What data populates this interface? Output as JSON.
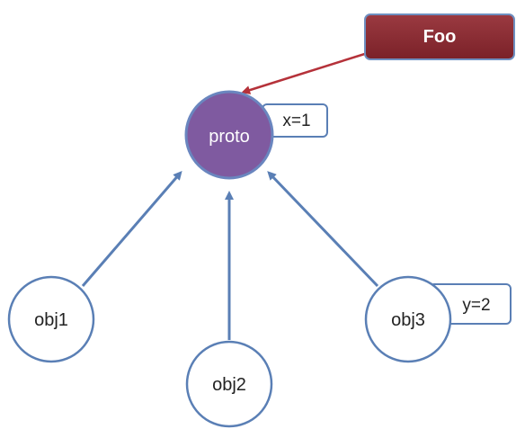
{
  "diagram": {
    "constructor_label": "Foo",
    "prototype_label": "proto",
    "prototype_property": "x=1",
    "objects": [
      {
        "label": "obj1"
      },
      {
        "label": "obj2"
      },
      {
        "label": "obj3",
        "property": "y=2"
      }
    ]
  },
  "colors": {
    "constructor_fill": "#8a2d33",
    "prototype_fill": "#7f5aa0",
    "arrow_blue": "#5a7fb5",
    "arrow_red": "#b5323a",
    "object_stroke": "#5a7fb5"
  }
}
